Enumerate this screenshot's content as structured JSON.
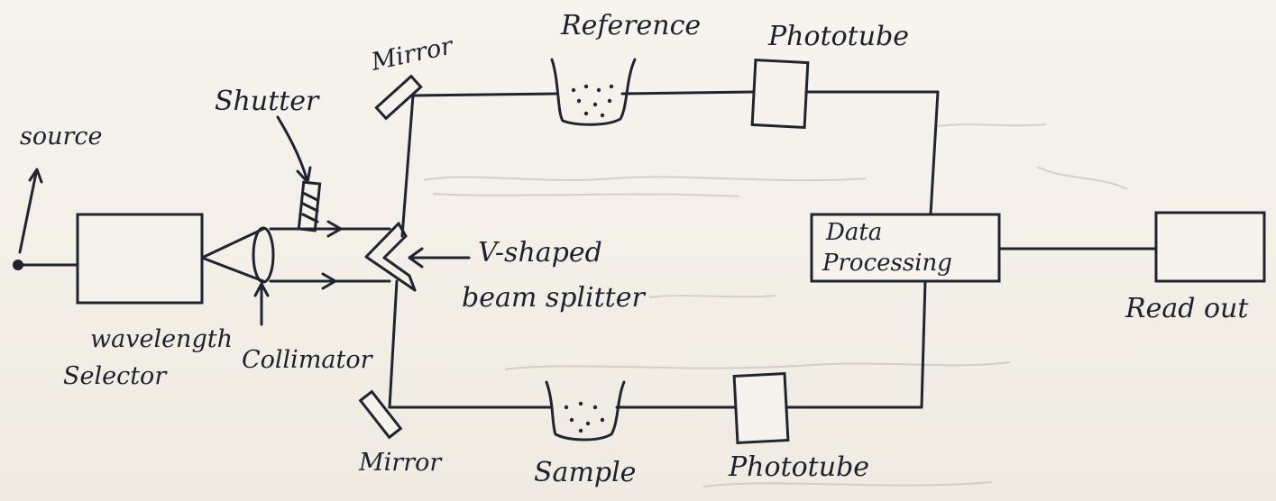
{
  "labels": {
    "source": "source",
    "wavelength_selector_line1": "wavelength",
    "wavelength_selector_line2": "Selector",
    "shutter": "Shutter",
    "collimator": "Collimator",
    "mirror_top": "Mirror",
    "mirror_bottom": "Mirror",
    "reference": "Reference",
    "sample": "Sample",
    "phototube_top": "Phototube",
    "phototube_bottom": "Phototube",
    "beam_splitter_line1": "V-shaped",
    "beam_splitter_line2": "beam splitter",
    "data_processing_line1": "Data",
    "data_processing_line2": "Processing",
    "read_out": "Read out"
  },
  "colors": {
    "ink": "#1f2431",
    "paper": "#f4f1ea"
  }
}
